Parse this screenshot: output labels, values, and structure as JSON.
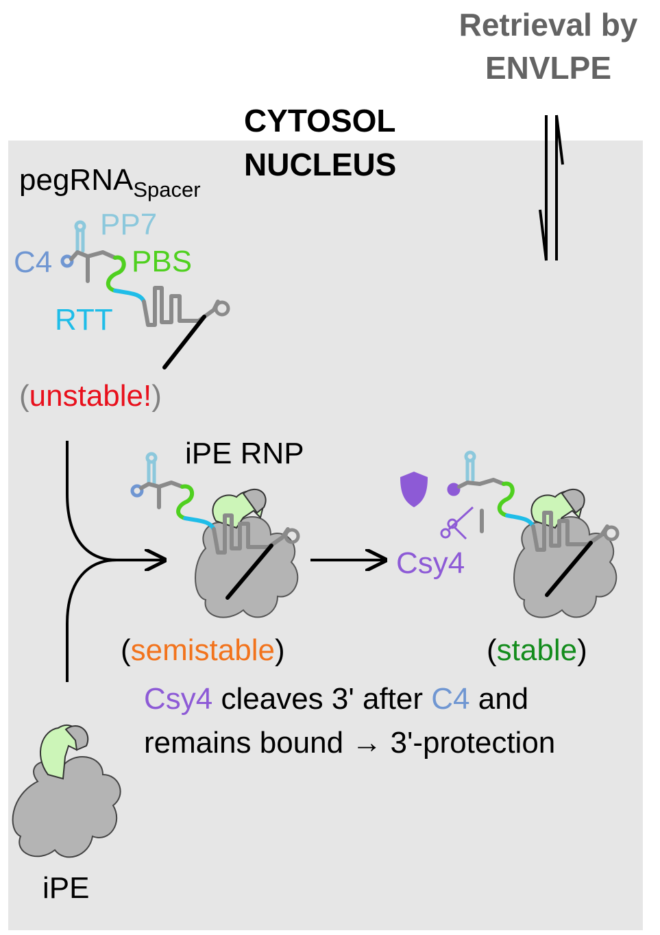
{
  "header": {
    "retrieval_line1": "Retrieval by",
    "retrieval_line2": "ENVLPE",
    "cytosol": "CYTOSOL",
    "nucleus": "NUCLEUS"
  },
  "pegrna": {
    "label_main": "pegRNA",
    "label_sub": "Spacer",
    "pp7": "PP7",
    "c4": "C4",
    "pbs": "PBS",
    "rtt": "RTT",
    "paren_open": "(",
    "status": "unstable!",
    "paren_close": ")"
  },
  "rnp": {
    "label": "iPE RNP",
    "paren_open": "(",
    "status": "semistable",
    "paren_close": ")"
  },
  "csy4": {
    "label": "Csy4",
    "paren_open": "(",
    "status": "stable",
    "paren_close": ")"
  },
  "caption": {
    "line1_a": "Csy4",
    "line1_b": " cleaves 3' after ",
    "line1_c": "C4",
    "line1_d": " and",
    "line2": "remains bound → 3'-protection"
  },
  "ipe": {
    "label": "iPE"
  },
  "colors": {
    "nucleus_bg": "#e6e6e6",
    "pp7": "#8cc8dc",
    "c4": "#6f96d2",
    "pbs": "#4fd01f",
    "rtt": "#1fbde8",
    "unstable": "#e8101c",
    "semistable": "#f2731c",
    "stable": "#138c1c",
    "csy4": "#8d5ad6",
    "header_gray": "#636363",
    "paren_gray": "#808080",
    "protein_gray": "#b4b4b4",
    "protein_green": "#ccf5b8",
    "rna_gray": "#8a8a8a"
  }
}
